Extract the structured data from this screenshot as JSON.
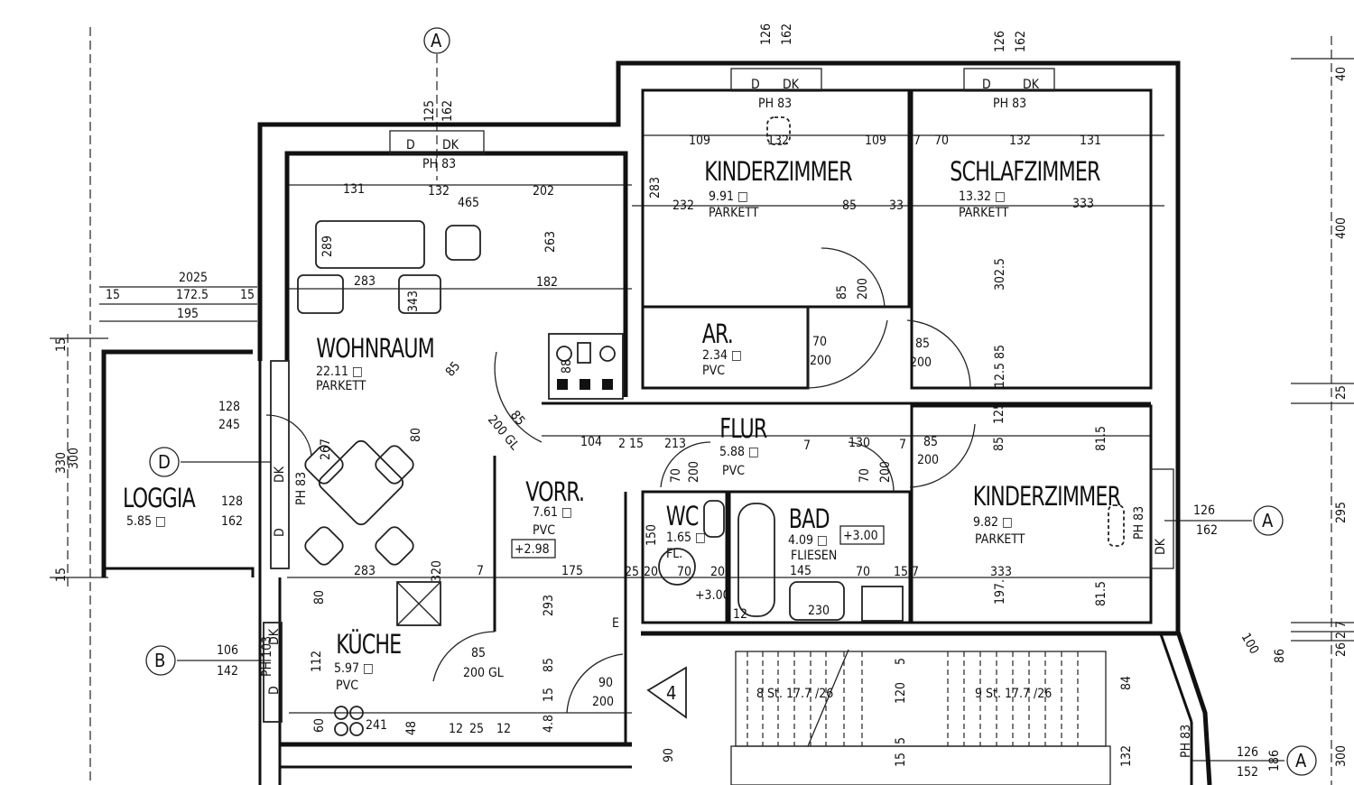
{
  "rooms": [
    {
      "name": "WOHNRAUM",
      "area": "22.11 □",
      "floor": "PARKETT"
    },
    {
      "name": "KINDERZIMMER",
      "area": "9.91 □",
      "floor": "PARKETT"
    },
    {
      "name": "SCHLAFZIMMER",
      "area": "13.32 □",
      "floor": "PARKETT"
    },
    {
      "name": "AR.",
      "area": "2.34 □",
      "floor": "PVC"
    },
    {
      "name": "FLUR",
      "area": "5.88 □",
      "floor": "PVC"
    },
    {
      "name": "WC",
      "area": "1.65 □",
      "floor": "FL."
    },
    {
      "name": "BAD",
      "area": "4.09 □",
      "floor": "FLIESEN",
      "level": "+3.00"
    },
    {
      "name": "KINDERZIMMER",
      "area": "9.82 □",
      "floor": "PARKETT"
    },
    {
      "name": "VORR.",
      "area": "7.61 □",
      "floor": "PVC",
      "level": "+2.98"
    },
    {
      "name": "LOGGIA",
      "area": "5.85 □"
    },
    {
      "name": "KÜCHE",
      "area": "5.97 □",
      "floor": "PVC"
    }
  ],
  "axes": {
    "a": "A",
    "b": "B",
    "d": "D",
    "stair": "4"
  },
  "windows": {
    "top_left": [
      "D",
      "DK",
      "PH 83",
      "125",
      "162"
    ],
    "top_mid": [
      "D",
      "DK",
      "PH 83",
      "126",
      "162"
    ],
    "top_right": [
      "D",
      "DK",
      "PH 83",
      "126",
      "162"
    ],
    "right": [
      "PH 83",
      "DK",
      "126",
      "162"
    ],
    "loggia": [
      "PH 83",
      "DK",
      "D",
      "128",
      "162",
      "128",
      "245"
    ],
    "kitchen": [
      "PH 103",
      "DK",
      "D",
      "106",
      "142"
    ],
    "stair": [
      "PH 83",
      "126",
      "152",
      "186"
    ]
  },
  "dims": [
    "131",
    "132",
    "465",
    "202",
    "289",
    "283",
    "343",
    "263",
    "182",
    "88",
    "85",
    "85",
    "200 GL",
    "80",
    "267",
    "283",
    "320",
    "7",
    "175",
    "293",
    "85",
    "200 GL",
    "112",
    "80",
    "109",
    "132",
    "109",
    "232",
    "85",
    "33",
    "283",
    "7",
    "70",
    "132",
    "131",
    "333",
    "302.5",
    "85",
    "200",
    "70",
    "200",
    "85",
    "200",
    "12.5 85",
    "104",
    "2 15",
    "213",
    "70",
    "200",
    "7",
    "130",
    "70",
    "200",
    "7",
    "85",
    "200",
    "85",
    "125",
    "81.5",
    "150",
    "70",
    "20",
    "20",
    "+3.00",
    "145",
    "70",
    "15",
    "7",
    "333",
    "197.",
    "81.5",
    "230",
    "25",
    "12",
    "2025",
    "172.5",
    "195",
    "15",
    "15",
    "330",
    "300",
    "15",
    "15",
    "40",
    "400",
    "25",
    "295",
    "26 2 7",
    "300",
    "86",
    "100",
    "84",
    "120",
    "5",
    "5",
    "15",
    "132",
    "90",
    "90",
    "200",
    "8 St. 17.7 /26",
    "9 St. 17.7 /26",
    "60",
    "241",
    "48",
    "12",
    "25",
    "12",
    "85",
    "4.8",
    "15",
    "E"
  ]
}
